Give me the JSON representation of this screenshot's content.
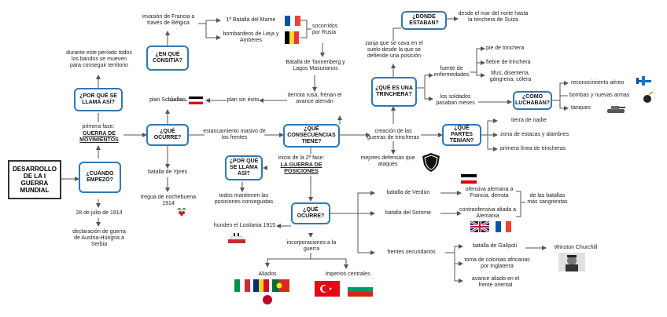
{
  "colors": {
    "box_border": "#2f78b7",
    "line": "#555555",
    "root_border": "#333333"
  },
  "root": "DESARROLLO DE LA I GUERRA MUNDIAL",
  "boxes": {
    "cuando": "¿CUÁNDO EMPEZÓ?",
    "por_que_1": "¿POR QUÉ SE LLAMA ASÍ?",
    "que_ocurre_1": "¿QUÉ OCURRE?",
    "en_que": "¿EN QUÉ CONSITÍA?",
    "consecuencias": "¿QUÉ CONSECUENCIAS TIENE?",
    "por_que_2": "¿POR QUÉ SE LLAMA ASÍ?",
    "que_ocurre_2": "¿QUÉ OCURRE?",
    "trinchera": "¿QUÉ ES UNA TRINCHERA?",
    "donde": "¿DÓNDE ESTABAN?",
    "partes": "¿QUÉ PARTES TENÍAN?",
    "como": "¿CÓMO LUCHABAN?"
  },
  "texts": {
    "fecha": "28 de julio de 1914",
    "declaracion": "declaración de guerra de Austria-Húngria a Serbia",
    "primera_fase": "primera fase:",
    "guerra_mov": "GUERRA DE MOVIMIENTOS",
    "durante": "durante este período todos los bandos se mueven para conseguir territorio",
    "invasion": "invasión de Francia a través de Bélgica",
    "batalla_marne": "1ª Batalla del Marne",
    "bombardeos": "bombardeos de Lieja y Amberes",
    "socorridos": "socorridos por Rusia",
    "tannenberg": "Batalla de Tannenberg y Lagos Masurianos",
    "derrota_rusa": "derrota rusa, frenan el avance alemán",
    "plan_sin_exito": "plan sin éxito",
    "plan_schlieffen": "plan Schlieffen",
    "batalla_ypres": "batalla de Ypres",
    "tregua": "tregua de nochebuena 1914",
    "estancamiento": "estancamiento masivo de los frentes",
    "inicio_fase": "inicio de la 2ª fase:",
    "guerra_pos": "LA GUERRA DE POSICIONES",
    "todos_mantienen": "todos mantienen las posiciones conseguidas",
    "creacion": "creación de las guerras de trincheras",
    "mejores_defensas": "mejores defensas que ataques",
    "zanja": "zanja que se cava en el suelo desde la que se defiende una posición",
    "desde_mar": "desde el mar del norte hasta la trinchera de Suiza",
    "fuente": "fuente de enfermedades",
    "pie": "pie de trinchera",
    "fiebre": "fiebre de trinchera",
    "tifus": "tifus, disentería, gángrena, cólera",
    "pasaban": "los soldados pasaban meses",
    "reconocimiento": "reconocimiento aéreo",
    "bombas": "bombas y  nuevas armas",
    "tanques": "tanques",
    "tierra_nadie": "tierra de nadie",
    "zona_estacas": "zona de estacas y alambres",
    "primera_linea": "primera línea de trincheras",
    "verdun": "batalla de Verdún",
    "ofensiva": "ofensiva alemana a Francia, derrota",
    "somme": "batalla del Somme",
    "contraofensiva": "contraofensiva aliada a Alemania",
    "sangrientas": "de las batallas más sangrientas",
    "lusitania": "hunden el Lusitania 1915",
    "incorporaciones": "incorporaciones a la guerra",
    "aliados": "Aliados",
    "imperios": "Imperios centrales",
    "secundarios": "frentes secundarios",
    "galipoli": "batalla de Galípoli",
    "churchill": "Winston Churchill",
    "colonias": "toma de colonias africanas por Inglaterra",
    "avance": "avance aliado en el frente oriental"
  },
  "icons": [
    "france-flag",
    "belgium-flag",
    "germany-empire-flag",
    "holly-icon",
    "black-shield-icon",
    "airplane-icon",
    "bomb-icon",
    "tank-icon",
    "uk-flag",
    "lusitania-ship-icon",
    "italy-flag",
    "romania-flag",
    "portugal-flag",
    "japan-flag",
    "ottoman-flag",
    "bulgaria-flag",
    "churchill-portrait"
  ]
}
